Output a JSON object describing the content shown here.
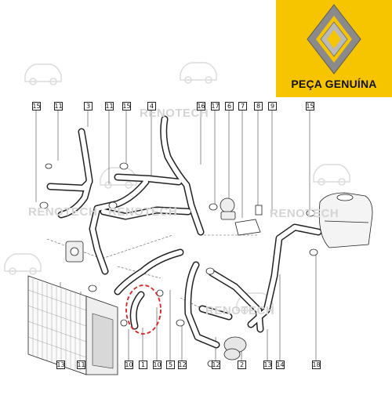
{
  "brand": {
    "badge_text": "PEÇA GENUÍNA",
    "logo_icon": "renault-diamond-icon",
    "brand_color": "#f7c400"
  },
  "watermark": {
    "text": "RENOTECH",
    "icon": "car-front-icon",
    "color": "#d4d4d4"
  },
  "highlight_color": "#e02020",
  "callouts": {
    "top": [
      "15",
      "11",
      "3",
      "11",
      "15",
      "4",
      "16",
      "17",
      "6",
      "7",
      "8",
      "9",
      "15"
    ],
    "bottom": [
      "13",
      "11",
      "10",
      "1",
      "10",
      "5",
      "12",
      "12",
      "2",
      "13",
      "14",
      "18"
    ]
  }
}
